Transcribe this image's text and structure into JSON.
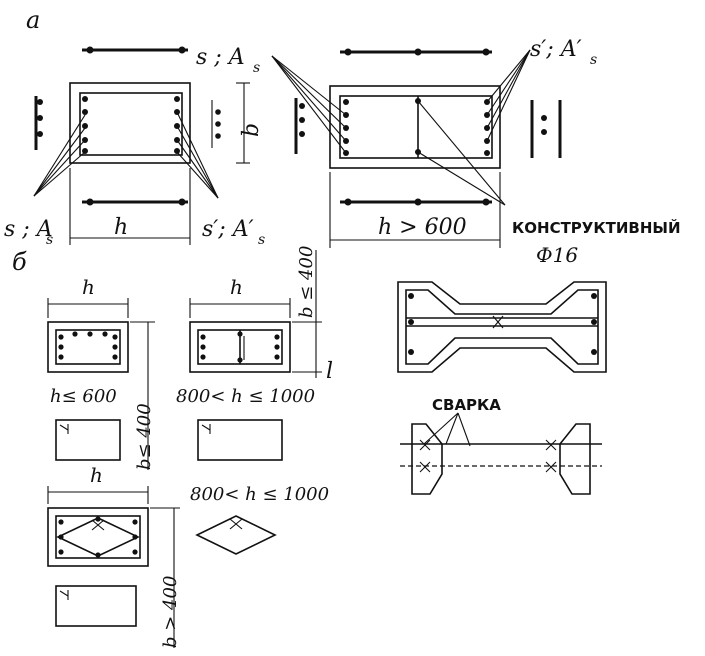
{
  "labels": {
    "part_a": "а",
    "part_b": "б",
    "s_As_top": "s ; A",
    "s_As_top_sub": "s",
    "s_As_left": "s ; A",
    "s_As_left_sub": "s",
    "s_prime_top": "s′; A′",
    "s_prime_top_sub": "s",
    "s_prime_bottom": "s′; A′",
    "s_prime_bottom_sub": "s",
    "h_a1": "h",
    "b_a1": "b",
    "h_a2": "h > 600",
    "konstr": "КОНСТРУКТИВНЫЙ",
    "phi16": "Ф16",
    "h_b1": "h",
    "h_b1_cond": "h≤ 600",
    "b_b1_cond": "b≤ 400",
    "h_b2": "h",
    "h_b2_cond": "800< h ≤ 1000",
    "b_b2_cond": "b ≤ 400",
    "l_mark": "l",
    "h_b3": "h",
    "h_b3_cond": "800< h ≤ 1000",
    "b_b3_cond": "b > 400",
    "svarka": "СВАРКА"
  }
}
